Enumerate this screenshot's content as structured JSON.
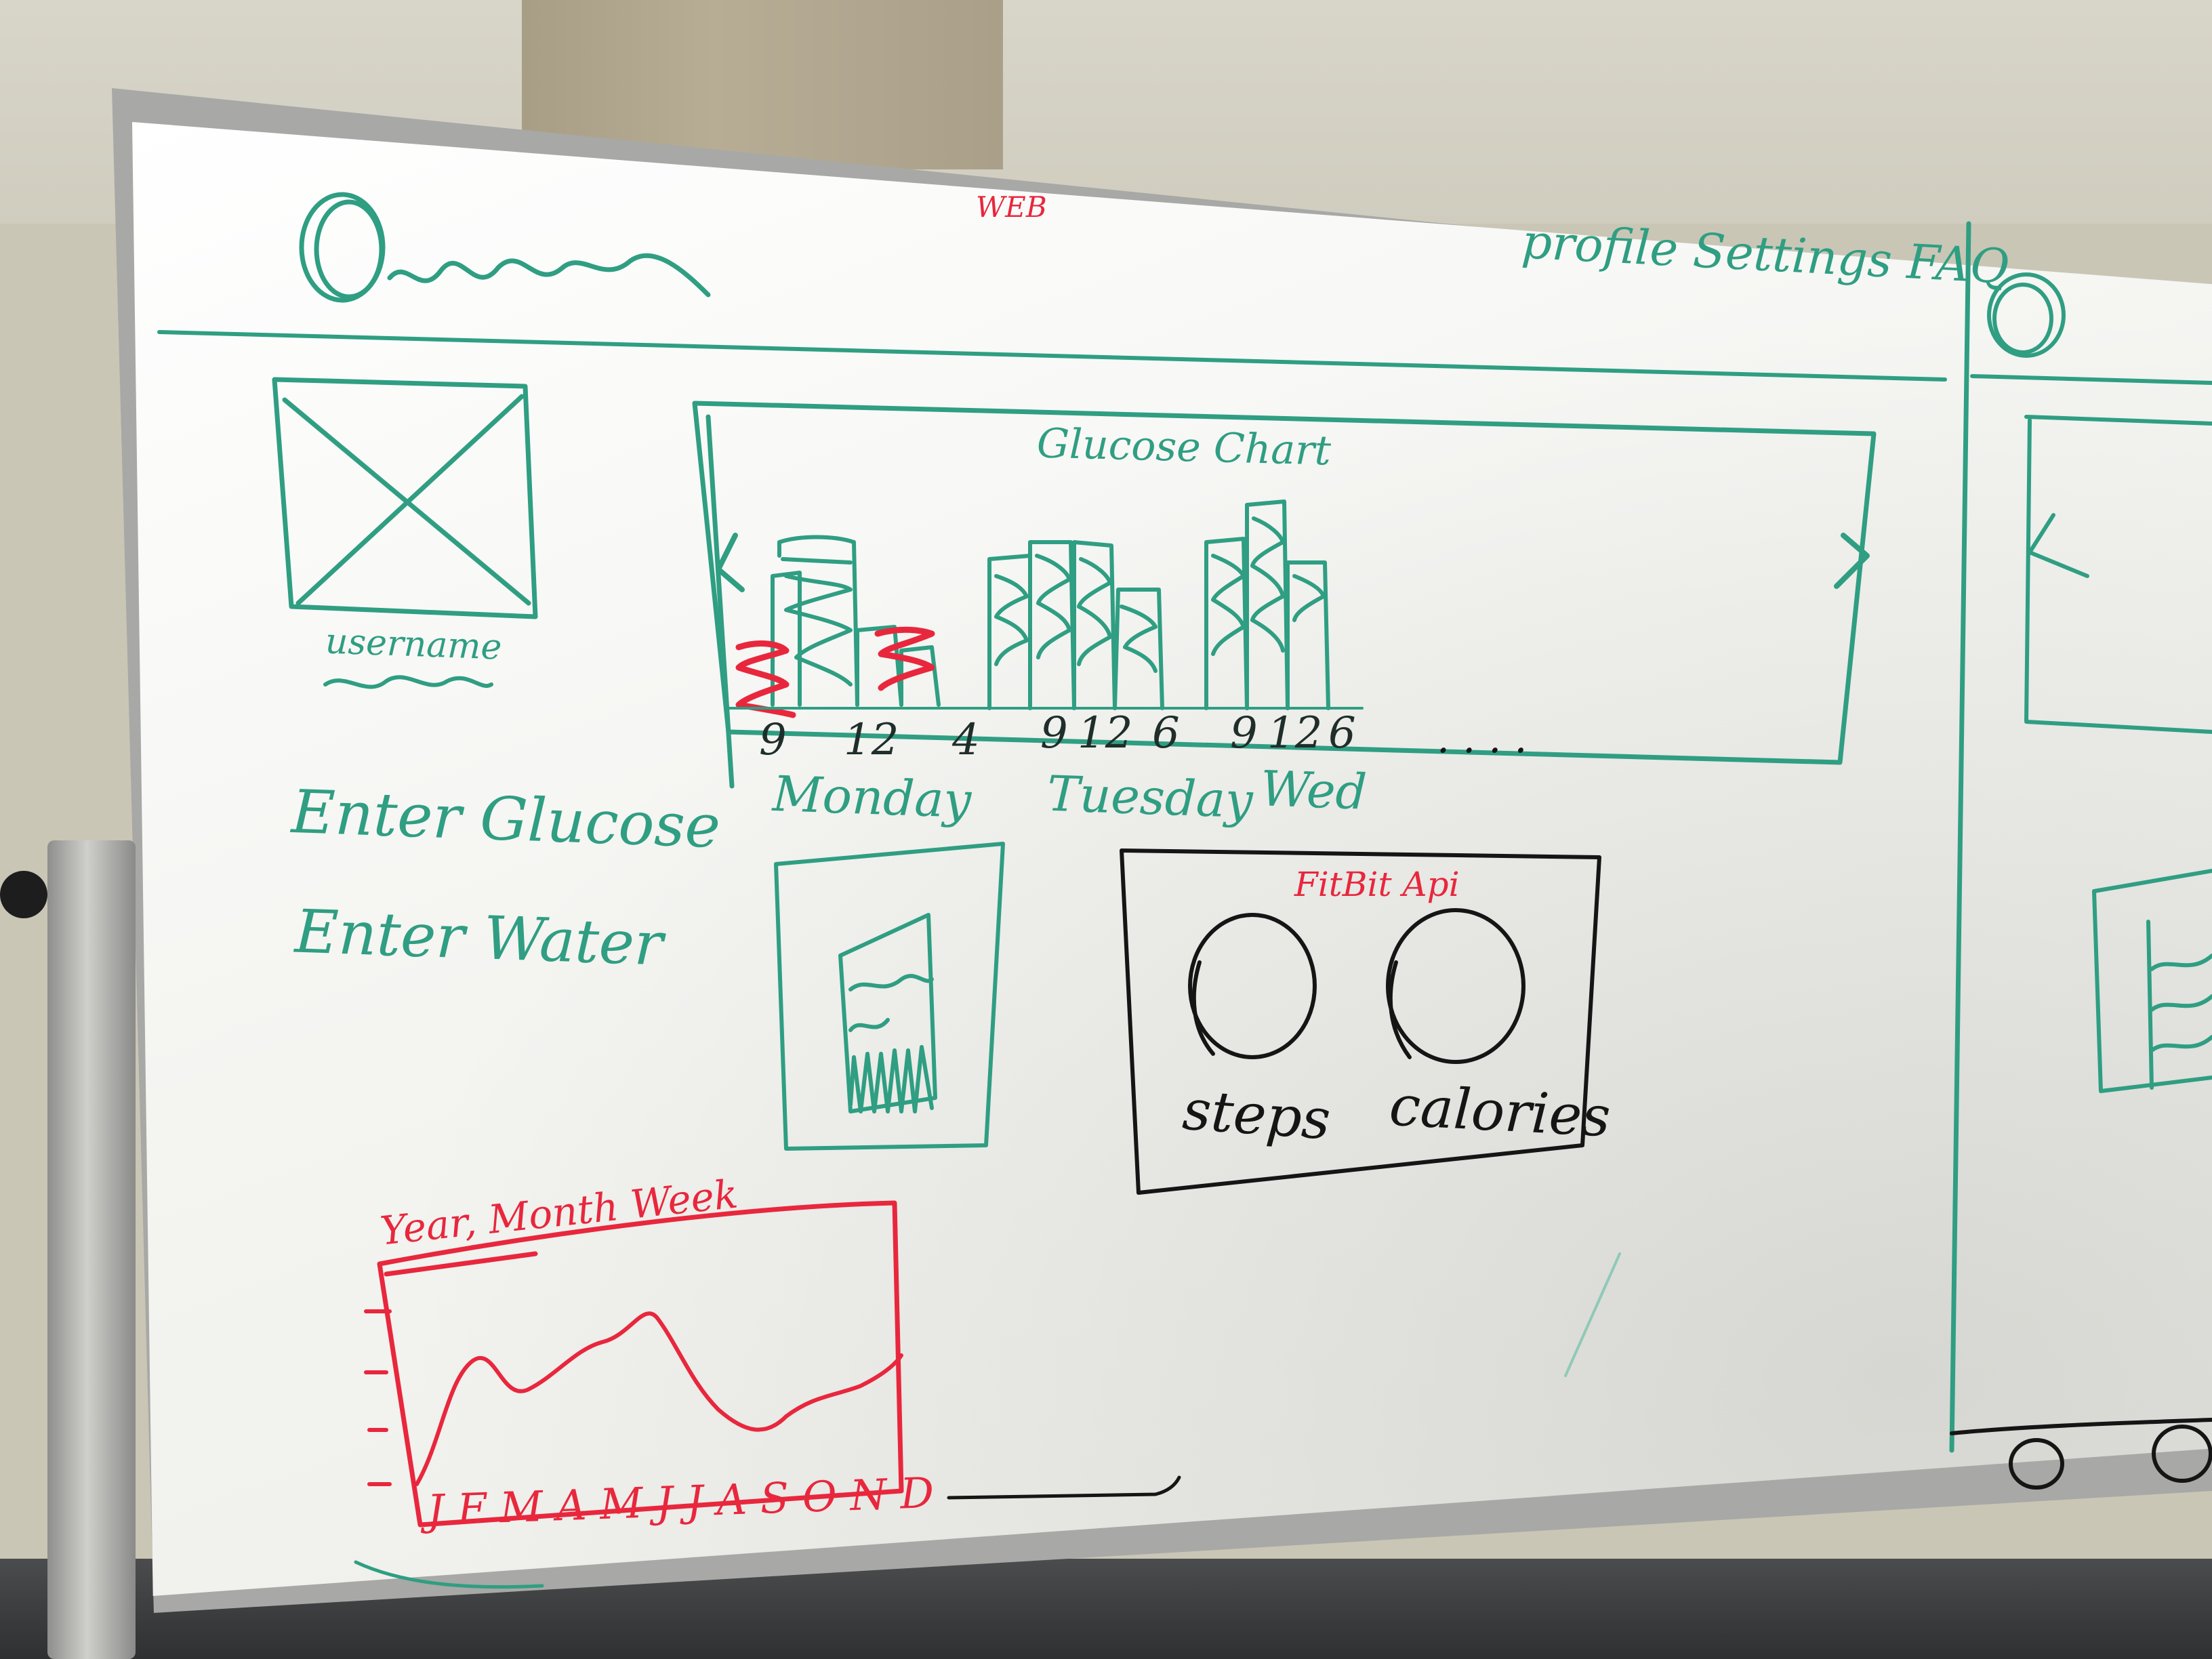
{
  "colors": {
    "teal_marker": "#2f9e82",
    "red_marker": "#e8273d",
    "black_marker": "#151515"
  },
  "header": {
    "top_label": "WEB",
    "nav": "profile Settings FAQ"
  },
  "profile": {
    "username": "username"
  },
  "actions": {
    "enter_glucose": "Enter Glucose",
    "enter_water": "Enter Water"
  },
  "glucose_chart": {
    "title": "Glucose Chart",
    "prev_icon": "chevron-left-icon",
    "next_icon": "chevron-right-icon",
    "days": [
      {
        "label": "Monday",
        "ticks": [
          "9",
          "12",
          "4"
        ]
      },
      {
        "label": "Tuesday",
        "ticks": [
          "9",
          "12",
          "6"
        ]
      },
      {
        "label": "Wed",
        "ticks": [
          "9",
          "12",
          "6"
        ]
      }
    ],
    "more": ". . . ."
  },
  "fitbit": {
    "title": "FitBit Api",
    "steps": "steps",
    "calories": "calories"
  },
  "year_chart": {
    "title": "Year, Month Week",
    "months": "J F M A M J J A S O N D"
  }
}
